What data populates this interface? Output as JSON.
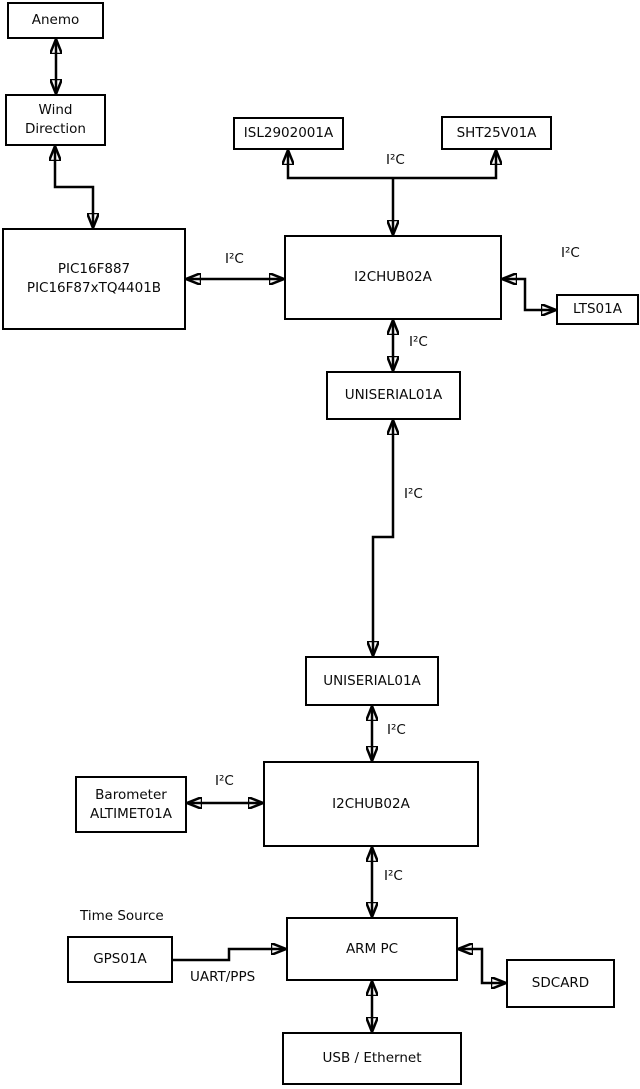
{
  "nodes": {
    "anemo": {
      "label": "Anemo"
    },
    "wind_direction": {
      "label": "Wind\nDirection"
    },
    "pic": {
      "label": "PIC16F887\nPIC16F87xTQ4401B"
    },
    "isl": {
      "label": "ISL2902001A"
    },
    "sht": {
      "label": "SHT25V01A"
    },
    "i2c_hub_1": {
      "label": "I2CHUB02A"
    },
    "lts": {
      "label": "LTS01A"
    },
    "uniserial_1": {
      "label": "UNISERIAL01A"
    },
    "uniserial_2": {
      "label": "UNISERIAL01A"
    },
    "barometer": {
      "label": "Barometer\nALTIMET01A"
    },
    "i2c_hub_2": {
      "label": "I2CHUB02A"
    },
    "gps": {
      "label": "GPS01A"
    },
    "arm_pc": {
      "label": "ARM PC"
    },
    "sdcard": {
      "label": "SDCARD"
    },
    "usb_ethernet": {
      "label": "USB / Ethernet"
    }
  },
  "labels": {
    "i2c": "I²C",
    "uart_pps": "UART/PPS",
    "time_source": "Time Source"
  },
  "colors": {
    "line": "#000000",
    "box_border": "#000000",
    "box_fill": "#ffffff",
    "background": "#ffffff",
    "text": "#0a0a0a"
  }
}
